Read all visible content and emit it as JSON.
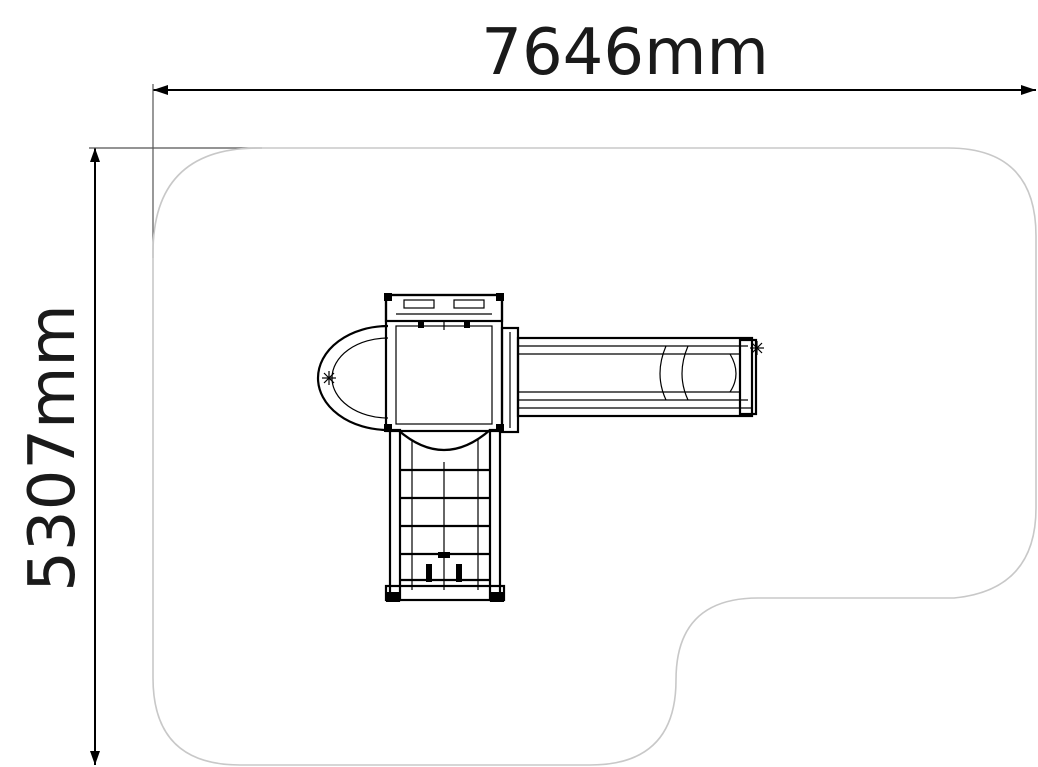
{
  "dimensions": {
    "width_label": "7646mm",
    "height_label": "5307mm"
  },
  "colors": {
    "outline": "#000000",
    "safety_zone": "#c8c8c8",
    "dimension_text": "#1a1a1a"
  },
  "components": {
    "deck": "square-platform",
    "canopy": "half-round-roof",
    "ladder": "step-ladder",
    "slide": "straight-slide"
  }
}
